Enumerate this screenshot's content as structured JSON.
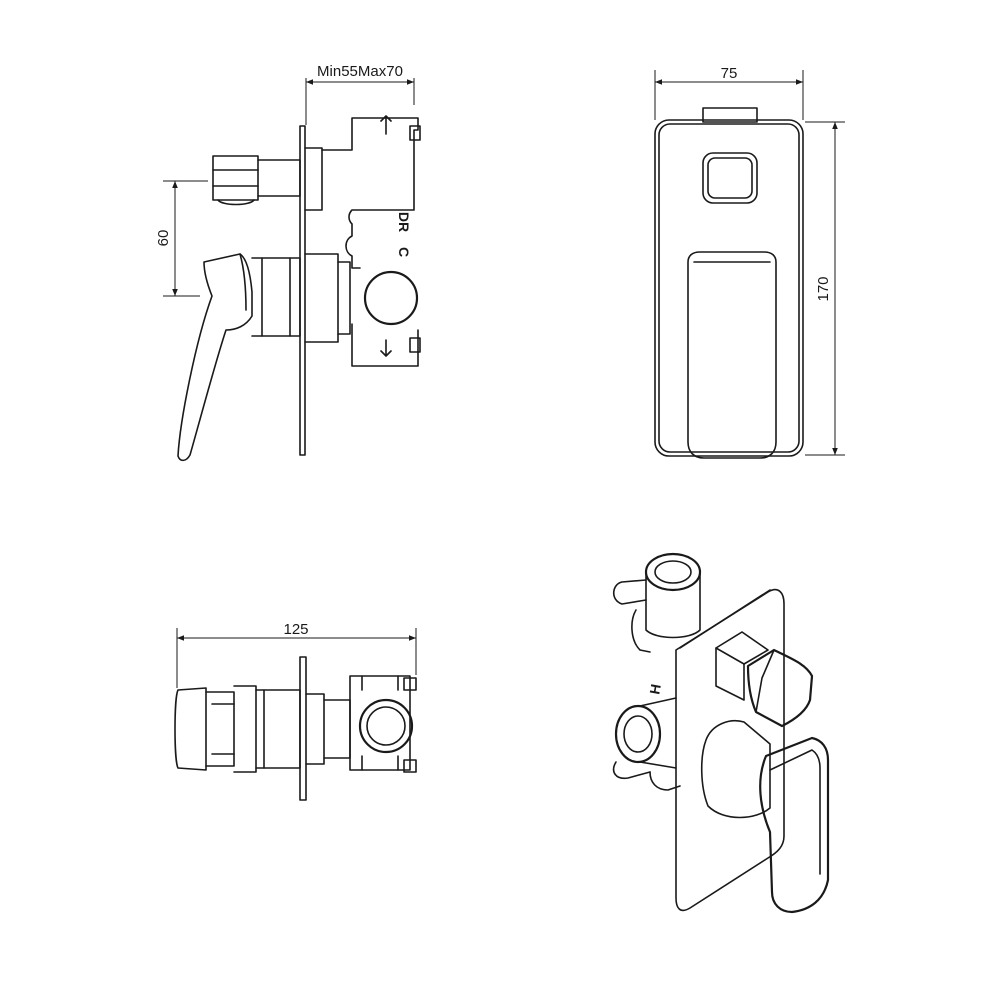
{
  "dimensions": {
    "depth_range": "Min55Max70",
    "width": "75",
    "height": "170",
    "spacing": "60",
    "length": "125"
  },
  "markings": {
    "c": "C",
    "dr": "DR",
    "h": "H"
  }
}
